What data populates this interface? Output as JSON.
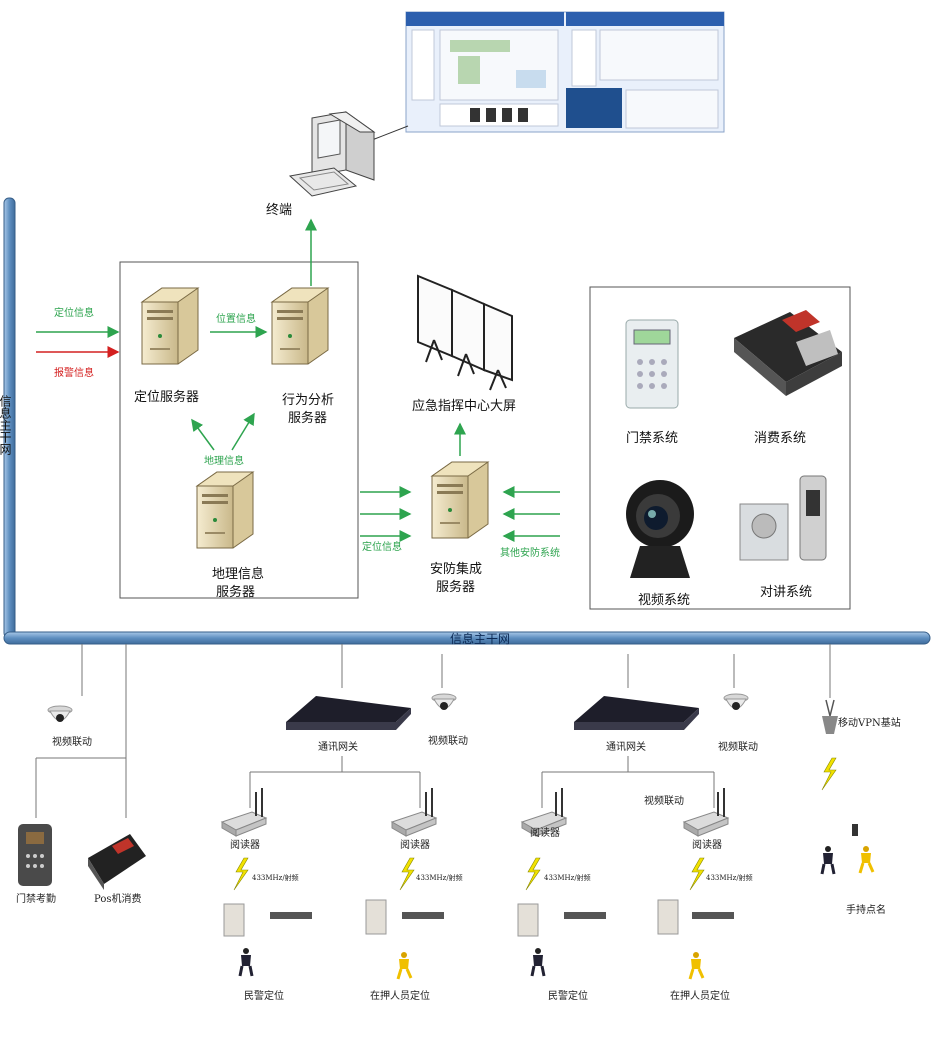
{
  "nodes": {
    "terminal": "终端",
    "locate_server": "定位服务器",
    "behavior_server_1": "行为分析",
    "behavior_server_2": "服务器",
    "geo_server_1": "地理信息",
    "geo_server_2": "服务器",
    "big_screen": "应急指挥中心大屏",
    "security_server_1": "安防集成",
    "security_server_2": "服务器",
    "access_system": "门禁系统",
    "consume_system": "消费系统",
    "video_system": "视频系统",
    "intercom_system": "对讲系统"
  },
  "edges": {
    "locate_info": "定位信息",
    "alarm_info": "报警信息",
    "position_info": "位置信息",
    "geo_info": "地理信息",
    "locate_info_2": "定位信息",
    "other_security": "其他安防系统"
  },
  "bus": {
    "vertical": "信息主干网",
    "horizontal": "信息主干网"
  },
  "bottom": {
    "video_link": "视频联动",
    "door_attendance": "门禁考勤",
    "pos_consume": "Pos机消费",
    "gateway": "通讯网关",
    "reader": "阅读器",
    "freq": "433MHz/射频",
    "police_locate": "民警定位",
    "detainee_locate": "在押人员定位",
    "vpn_station": "移动VPN基站",
    "handheld_rollcall": "手持点名"
  },
  "colors": {
    "bus": "#6d9ac8",
    "green": "#2ea44f",
    "red": "#d42020",
    "server": "#e9dcb4"
  }
}
